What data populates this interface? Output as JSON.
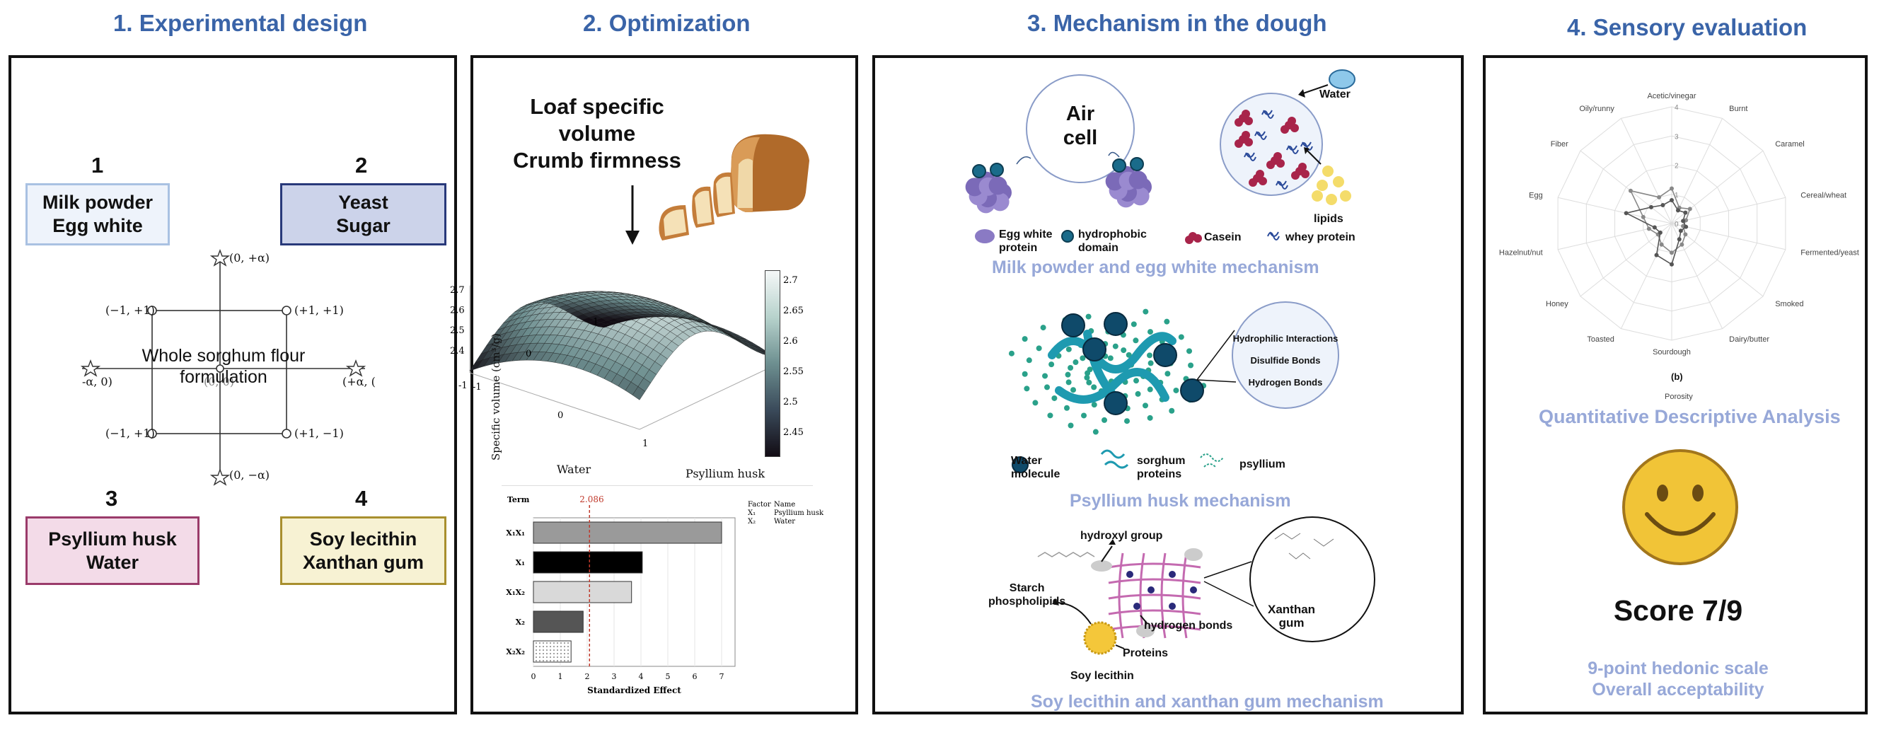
{
  "panels": [
    {
      "title": "1.  Experimental design"
    },
    {
      "title": "2. Optimization"
    },
    {
      "title": "3. Mechanism in the dough"
    },
    {
      "title": "4. Sensory evaluation"
    }
  ],
  "design": {
    "groups": [
      {
        "number": "1",
        "line1": "Milk powder",
        "line2": "Egg white"
      },
      {
        "number": "2",
        "line1": "Yeast",
        "line2": "Sugar"
      },
      {
        "number": "3",
        "line1": "Psyllium husk",
        "line2": "Water"
      },
      {
        "number": "4",
        "line1": "Soy lecithin",
        "line2": "Xanthan gum"
      }
    ],
    "center_text_line1": "Whole sorghum flour",
    "center_text_line2": "formulation",
    "points": {
      "top_axial": "(0, +α)",
      "bottom_axial": "(0, −α)",
      "left_axial": "-α, 0)",
      "right_axial": "(+α, (",
      "tl": "(−1, +1)",
      "tr": "(+1, +1)",
      "bl": "(−1, +1)",
      "br": "(+1, −1)",
      "center": "(0, 0)"
    },
    "colors": {
      "g1": "#a9c1e2",
      "g2": "#28397a",
      "g3": "#9a3b6a",
      "g4": "#a88f2e",
      "g1bg": "#eef3fb",
      "g2bg": "#ccd3ea",
      "g3bg": "#f3dbe8",
      "g4bg": "#f7f2d3"
    }
  },
  "optimization": {
    "heading_line1": "Loaf specific volume",
    "heading_line2": "Crumb firmness",
    "surface": {
      "zlabel": "Specific volume (cm³/g)",
      "xlabel": "Water",
      "ylabel": "Psyllium husk",
      "z_ticks": [
        "2.7",
        "2.6",
        "2.5",
        "2.4"
      ],
      "x_ticks": [
        "1",
        "0",
        "-1"
      ],
      "y_ticks": [
        "-1",
        "0",
        "1"
      ],
      "colorbar_ticks": [
        "2.7",
        "2.65",
        "2.6",
        "2.55",
        "2.5",
        "2.45"
      ]
    },
    "pareto": {
      "term_label": "Term",
      "threshold_label": "2.086",
      "xlabel": "Standardized Effect",
      "x_ticks": [
        "0",
        "1",
        "2",
        "3",
        "4",
        "5",
        "6",
        "7"
      ],
      "legend_header": [
        "Factor",
        "Name"
      ],
      "legend_rows": [
        [
          "X₁",
          "Psyllium husk"
        ],
        [
          "X₂",
          "Water"
        ]
      ]
    }
  },
  "chart_data": {
    "type": "bar",
    "orientation": "horizontal",
    "categories": [
      "X₁X₁",
      "X₁",
      "X₁X₂",
      "X₂",
      "X₂X₂"
    ],
    "values": [
      7.0,
      4.05,
      3.65,
      1.85,
      1.4
    ],
    "xlabel": "Standardized Effect",
    "xlim": [
      0,
      7.5
    ],
    "threshold": 2.086,
    "bar_colors": [
      "#9a9a9a",
      "#000000",
      "#d9d9d9",
      "#555555",
      "#ffffff"
    ]
  },
  "mechanism": {
    "air_cell_line1": "Air",
    "air_cell_line2": "cell",
    "water": "Water",
    "lipids": "lipids",
    "legend1": [
      {
        "label1": "Egg white",
        "label2": "protein"
      },
      {
        "label1": "hydrophobic",
        "label2": "domain"
      },
      {
        "label1": "Casein",
        "label2": ""
      },
      {
        "label1": "whey protein",
        "label2": ""
      }
    ],
    "caption1": "Milk powder and egg white mechanism",
    "bonds": [
      "Hydrophilic Interactions",
      "Disulfide Bonds",
      "Hydrogen Bonds"
    ],
    "legend2": [
      {
        "label1": "Water",
        "label2": "molecule"
      },
      {
        "label1": "sorghum",
        "label2": "proteins"
      },
      {
        "label1": "psyllium",
        "label2": ""
      }
    ],
    "caption2": "Psyllium husk mechanism",
    "hydroxyl": "hydroxyl group",
    "starch_line1": "Starch",
    "starch_line2": "phospholipids",
    "hydrogen_bonds": "hydrogen bonds",
    "proteins": "Proteins",
    "soy_lecithin": "Soy lecithin",
    "xanthan_line1": "Xanthan",
    "xanthan_line2": "gum",
    "caption3": "Soy lecithin and xanthan gum mechanism"
  },
  "sensory": {
    "radar_labels": [
      "Acetic/vinegar",
      "Burnt",
      "Caramel",
      "Cereal/wheat",
      "Fermented/yeast",
      "Smoked",
      "Dairy/butter",
      "Sourdough",
      "Toasted",
      "Honey",
      "Hazelnut/nut",
      "Egg",
      "Fiber",
      "Oily/runny"
    ],
    "radar_ticks": [
      "4",
      "3",
      "2",
      "1",
      "0"
    ],
    "radar_values_a": [
      1.2,
      0.6,
      0.8,
      0.5,
      0.4,
      0.6,
      0.8,
      1.0,
      0.8,
      0.6,
      0.8,
      1.0,
      1.8,
      1.0
    ],
    "radar_values_b": [
      0.8,
      0.5,
      0.6,
      0.4,
      0.5,
      0.4,
      0.6,
      1.4,
      1.2,
      0.5,
      0.6,
      1.6,
      0.9,
      0.7
    ],
    "radar_caption": "(b)",
    "radar_footer": "Porosity",
    "qda": "Quantitative Descriptive Analysis",
    "score": "Score 7/9",
    "hedonic_line1": "9-point hedonic scale",
    "hedonic_line2": "Overall acceptability"
  }
}
